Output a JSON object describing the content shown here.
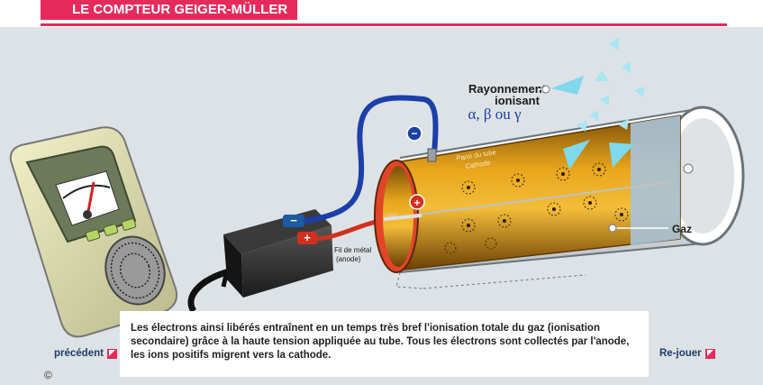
{
  "header": {
    "title": "LE COMPTEUR GEIGER-MÜLLER"
  },
  "labels": {
    "radiation_line1": "Rayonnement",
    "radiation_line2": "ionisant",
    "radiation_types": "α, β ou γ",
    "wall_line1": "Paroi du tube",
    "wall_line2": "Cathode",
    "wire_line1": "Fil de métal",
    "wire_line2": "(anode)",
    "gas": "Gaz",
    "metal_tag": "métal",
    "minus_sign": "−",
    "plus_sign": "+"
  },
  "caption": {
    "text": "Les électrons ainsi libérés entraînent en un temps très bref l'ionisation totale du gaz (ionisation secondaire) grâce à la haute tension appliquée au tube. Tous les électrons sont collectés par l'anode, les ions positifs migrent vers la cathode."
  },
  "nav": {
    "previous_label": "précédent",
    "replay_label": "Re-jouer"
  },
  "footer": {
    "copyright": "©"
  },
  "colors": {
    "accent": "#e62a5b",
    "nav_text": "#1f3c6b",
    "radiation": "#7fd8ec",
    "cable_blue": "#1c3fa8",
    "cable_red": "#d2301f"
  }
}
